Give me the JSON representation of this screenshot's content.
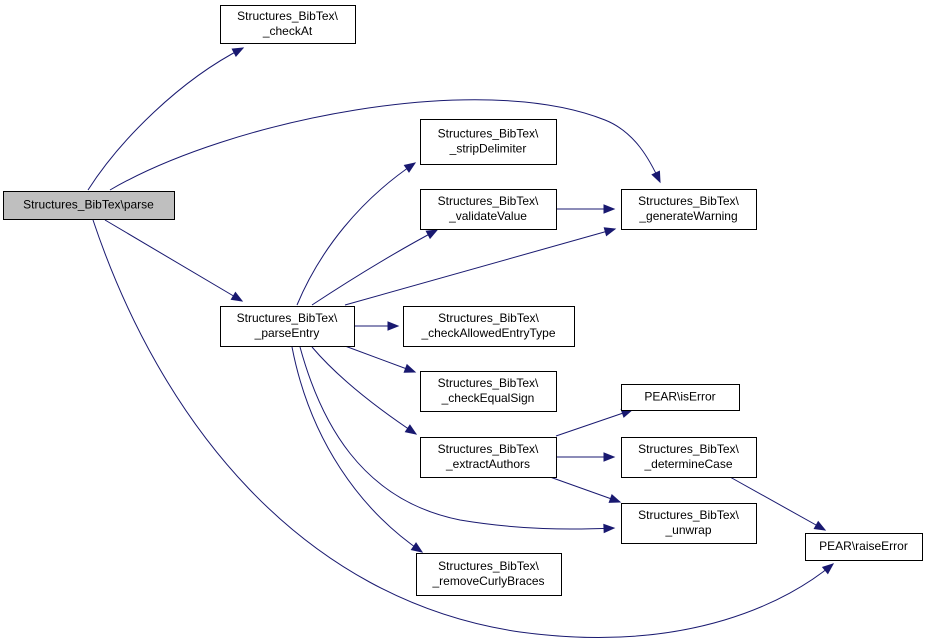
{
  "diagram": {
    "type": "call-graph",
    "colors": {
      "edge": "#191970",
      "root_fill": "#bfbfbf",
      "node_fill": "#ffffff",
      "border": "#000000"
    },
    "nodes": [
      {
        "id": "parse",
        "lines": [
          "Structures_BibTex\\parse"
        ],
        "root": true
      },
      {
        "id": "checkAt",
        "lines": [
          "Structures_BibTex\\",
          "_checkAt"
        ]
      },
      {
        "id": "stripDelimiter",
        "lines": [
          "Structures_BibTex\\",
          "_stripDelimiter"
        ]
      },
      {
        "id": "validateValue",
        "lines": [
          "Structures_BibTex\\",
          "_validateValue"
        ]
      },
      {
        "id": "generateWarning",
        "lines": [
          "Structures_BibTex\\",
          "_generateWarning"
        ]
      },
      {
        "id": "parseEntry",
        "lines": [
          "Structures_BibTex\\",
          "_parseEntry"
        ]
      },
      {
        "id": "checkAllowedEntryType",
        "lines": [
          "Structures_BibTex\\",
          "_checkAllowedEntryType"
        ]
      },
      {
        "id": "checkEqualSign",
        "lines": [
          "Structures_BibTex\\",
          "_checkEqualSign"
        ]
      },
      {
        "id": "isError",
        "lines": [
          "PEAR\\isError"
        ]
      },
      {
        "id": "extractAuthors",
        "lines": [
          "Structures_BibTex\\",
          "_extractAuthors"
        ]
      },
      {
        "id": "determineCase",
        "lines": [
          "Structures_BibTex\\",
          "_determineCase"
        ]
      },
      {
        "id": "unwrap",
        "lines": [
          "Structures_BibTex\\",
          "_unwrap"
        ]
      },
      {
        "id": "raiseError",
        "lines": [
          "PEAR\\raiseError"
        ]
      },
      {
        "id": "removeCurlyBraces",
        "lines": [
          "Structures_BibTex\\",
          "_removeCurlyBraces"
        ]
      }
    ],
    "edges": [
      {
        "from": "parse",
        "to": "checkAt"
      },
      {
        "from": "parse",
        "to": "generateWarning"
      },
      {
        "from": "parse",
        "to": "parseEntry"
      },
      {
        "from": "parse",
        "to": "raiseError"
      },
      {
        "from": "parseEntry",
        "to": "stripDelimiter"
      },
      {
        "from": "parseEntry",
        "to": "validateValue"
      },
      {
        "from": "parseEntry",
        "to": "generateWarning"
      },
      {
        "from": "parseEntry",
        "to": "checkAllowedEntryType"
      },
      {
        "from": "parseEntry",
        "to": "checkEqualSign"
      },
      {
        "from": "parseEntry",
        "to": "extractAuthors"
      },
      {
        "from": "parseEntry",
        "to": "unwrap"
      },
      {
        "from": "parseEntry",
        "to": "removeCurlyBraces"
      },
      {
        "from": "validateValue",
        "to": "generateWarning"
      },
      {
        "from": "extractAuthors",
        "to": "isError"
      },
      {
        "from": "extractAuthors",
        "to": "determineCase"
      },
      {
        "from": "extractAuthors",
        "to": "unwrap"
      },
      {
        "from": "determineCase",
        "to": "raiseError"
      }
    ]
  }
}
